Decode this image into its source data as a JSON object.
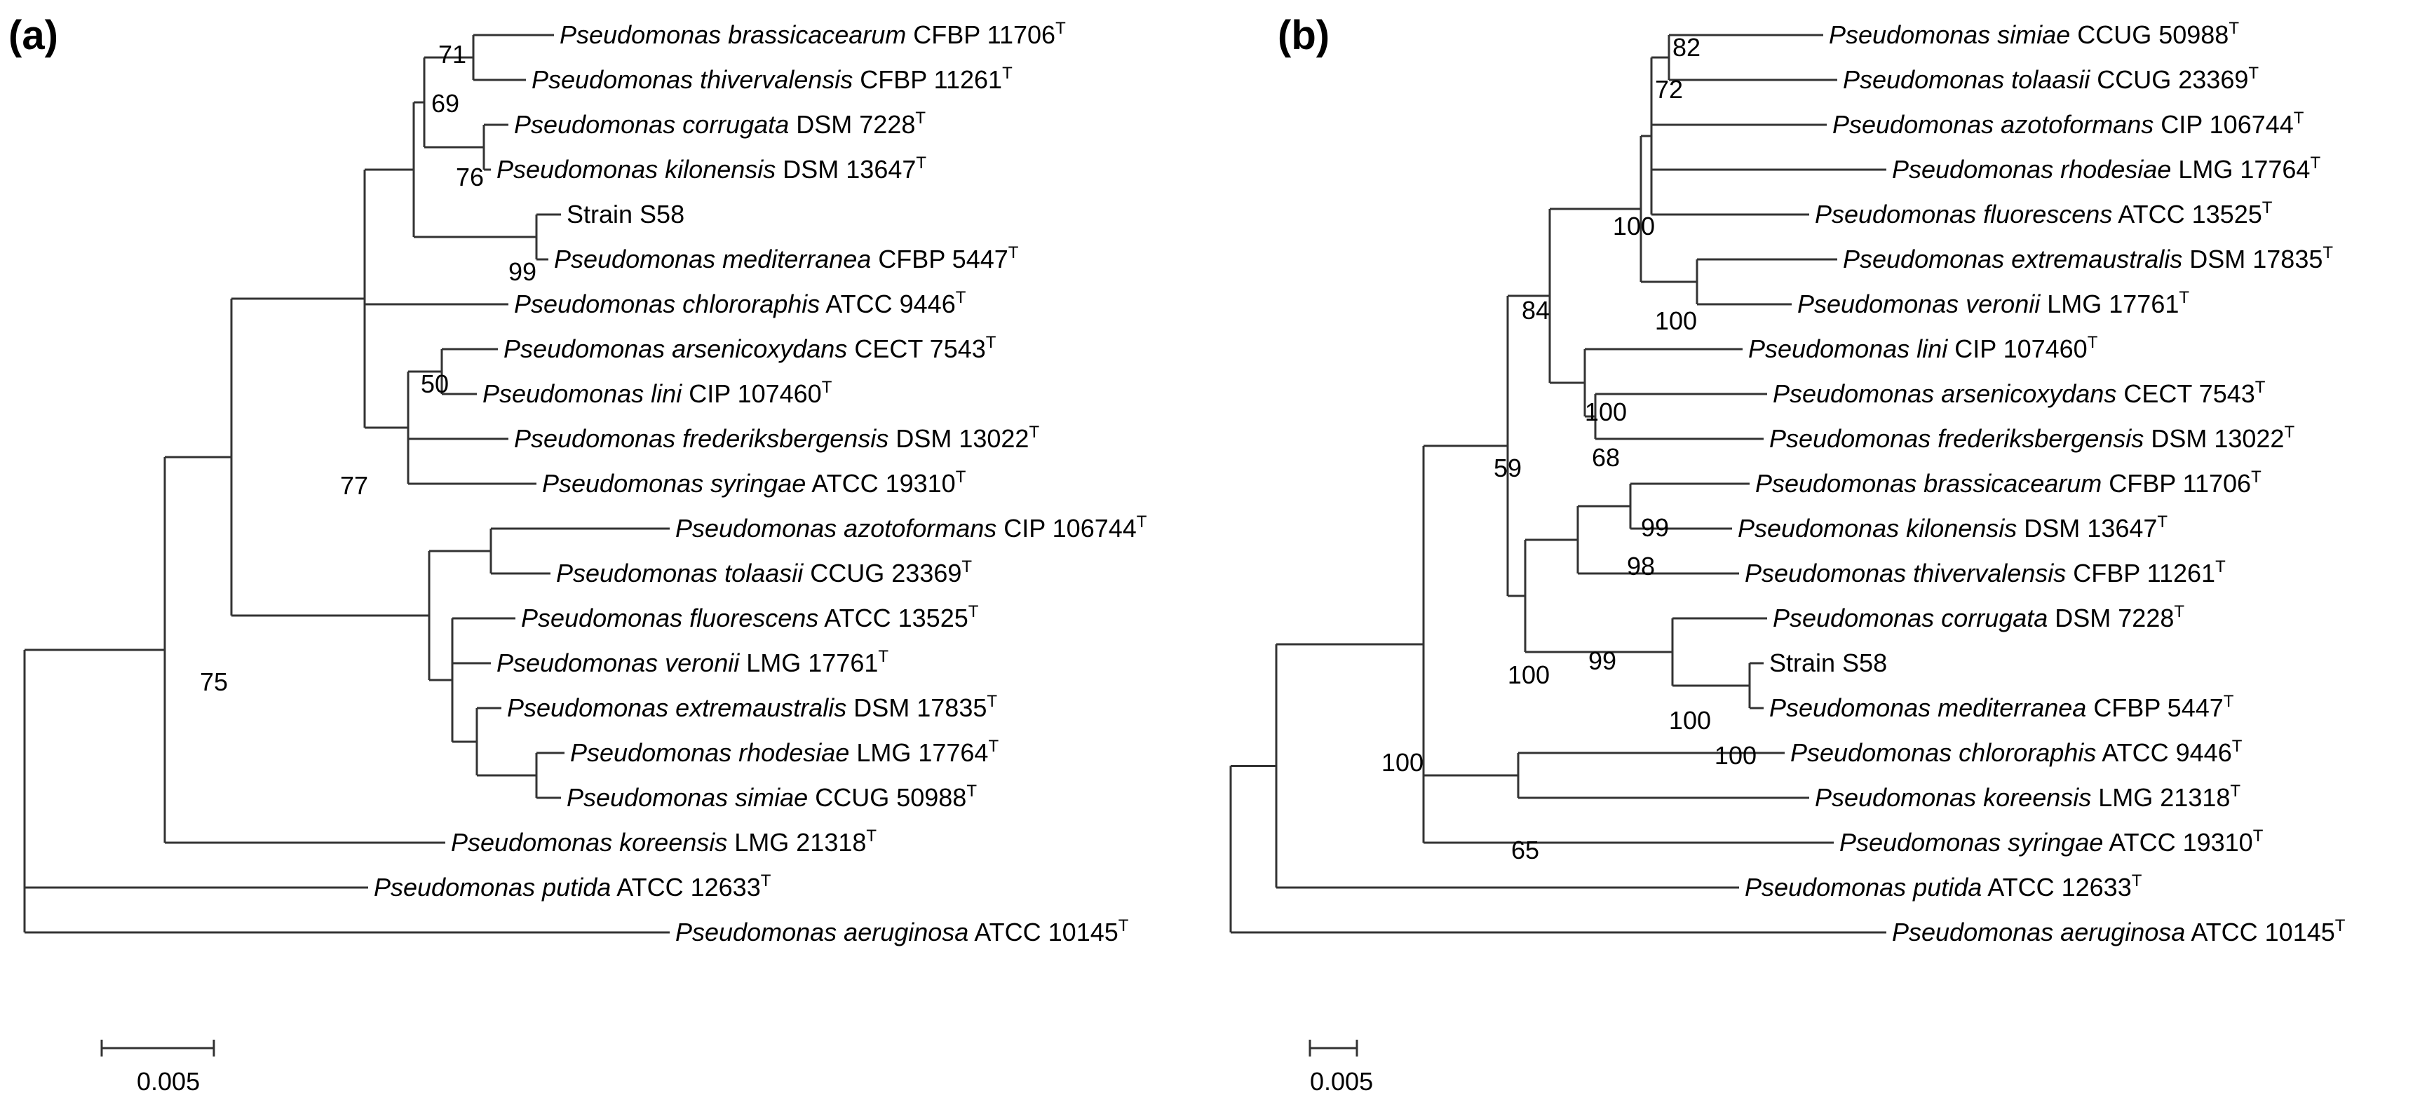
{
  "panels": [
    {
      "label": "(a)",
      "leaves": [
        {
          "genus": "Pseudomonas",
          "species": "brassicacearum",
          "strain": "CFBP 11706",
          "type": "T"
        },
        {
          "genus": "Pseudomonas",
          "species": "thivervalensis",
          "strain": "CFBP 11261",
          "type": "T"
        },
        {
          "genus": "Pseudomonas",
          "species": "corrugata",
          "strain": "DSM 7228",
          "type": "T"
        },
        {
          "genus": "Pseudomonas",
          "species": "kilonensis",
          "strain": "DSM 13647",
          "type": "T"
        },
        {
          "genus": "",
          "species": "",
          "strain": "Strain S58",
          "type": ""
        },
        {
          "genus": "Pseudomonas",
          "species": "mediterranea",
          "strain": "CFBP 5447",
          "type": "T"
        },
        {
          "genus": "Pseudomonas",
          "species": "chlororaphis",
          "strain": "ATCC 9446",
          "type": "T"
        },
        {
          "genus": "Pseudomonas",
          "species": "arsenicoxydans",
          "strain": "CECT 7543",
          "type": "T"
        },
        {
          "genus": "Pseudomonas",
          "species": "lini",
          "strain": "CIP 107460",
          "type": "T"
        },
        {
          "genus": "Pseudomonas",
          "species": "frederiksbergensis",
          "strain": "DSM 13022",
          "type": "T"
        },
        {
          "genus": "Pseudomonas",
          "species": "syringae",
          "strain": "ATCC 19310",
          "type": "T"
        },
        {
          "genus": "Pseudomonas",
          "species": "azotoformans",
          "strain": "CIP 106744",
          "type": "T"
        },
        {
          "genus": "Pseudomonas",
          "species": "tolaasii",
          "strain": "CCUG 23369",
          "type": "T"
        },
        {
          "genus": "Pseudomonas",
          "species": "fluorescens",
          "strain": "ATCC 13525",
          "type": "T"
        },
        {
          "genus": "Pseudomonas",
          "species": "veronii",
          "strain": "LMG 17761",
          "type": "T"
        },
        {
          "genus": "Pseudomonas",
          "species": "extremaustralis",
          "strain": "DSM 17835",
          "type": "T"
        },
        {
          "genus": "Pseudomonas",
          "species": "rhodesiae",
          "strain": "LMG 17764",
          "type": "T"
        },
        {
          "genus": "Pseudomonas",
          "species": "simiae",
          "strain": "CCUG 50988",
          "type": "T"
        },
        {
          "genus": "Pseudomonas",
          "species": "koreensis",
          "strain": "LMG 21318",
          "type": "T"
        },
        {
          "genus": "Pseudomonas",
          "species": "putida",
          "strain": "ATCC 12633",
          "type": "T"
        },
        {
          "genus": "Pseudomonas",
          "species": "aeruginosa",
          "strain": "ATCC 10145",
          "type": "T"
        }
      ],
      "bootstrap": [
        "71",
        "69",
        "76",
        "99",
        "50",
        "77",
        "75"
      ],
      "scale_label": "0.005"
    },
    {
      "label": "(b)",
      "leaves": [
        {
          "genus": "Pseudomonas",
          "species": "simiae",
          "strain": "CCUG 50988",
          "type": "T"
        },
        {
          "genus": "Pseudomonas",
          "species": "tolaasii",
          "strain": "CCUG 23369",
          "type": "T"
        },
        {
          "genus": "Pseudomonas",
          "species": "azotoformans",
          "strain": "CIP 106744",
          "type": "T"
        },
        {
          "genus": "Pseudomonas",
          "species": "rhodesiae",
          "strain": "LMG 17764",
          "type": "T"
        },
        {
          "genus": "Pseudomonas",
          "species": "fluorescens",
          "strain": "ATCC 13525",
          "type": "T"
        },
        {
          "genus": "Pseudomonas",
          "species": "extremaustralis",
          "strain": "DSM 17835",
          "type": "T"
        },
        {
          "genus": "Pseudomonas",
          "species": "veronii",
          "strain": "LMG 17761",
          "type": "T"
        },
        {
          "genus": "Pseudomonas",
          "species": "lini",
          "strain": "CIP 107460",
          "type": "T"
        },
        {
          "genus": "Pseudomonas",
          "species": "arsenicoxydans",
          "strain": "CECT 7543",
          "type": "T"
        },
        {
          "genus": "Pseudomonas",
          "species": "frederiksbergensis",
          "strain": "DSM 13022",
          "type": "T"
        },
        {
          "genus": "Pseudomonas",
          "species": "brassicacearum",
          "strain": "CFBP 11706",
          "type": "T"
        },
        {
          "genus": "Pseudomonas",
          "species": "kilonensis",
          "strain": "DSM 13647",
          "type": "T"
        },
        {
          "genus": "Pseudomonas",
          "species": "thivervalensis",
          "strain": "CFBP 11261",
          "type": "T"
        },
        {
          "genus": "Pseudomonas",
          "species": "corrugata",
          "strain": "DSM 7228",
          "type": "T"
        },
        {
          "genus": "",
          "species": "",
          "strain": "Strain S58",
          "type": ""
        },
        {
          "genus": "Pseudomonas",
          "species": "mediterranea",
          "strain": "CFBP 5447",
          "type": "T"
        },
        {
          "genus": "Pseudomonas",
          "species": "chlororaphis",
          "strain": "ATCC 9446",
          "type": "T"
        },
        {
          "genus": "Pseudomonas",
          "species": "koreensis",
          "strain": "LMG 21318",
          "type": "T"
        },
        {
          "genus": "Pseudomonas",
          "species": "syringae",
          "strain": "ATCC 19310",
          "type": "T"
        },
        {
          "genus": "Pseudomonas",
          "species": "putida",
          "strain": "ATCC 12633",
          "type": "T"
        },
        {
          "genus": "Pseudomonas",
          "species": "aeruginosa",
          "strain": "ATCC 10145",
          "type": "T"
        }
      ],
      "bootstrap": [
        "82",
        "72",
        "100",
        "100",
        "84",
        "100",
        "68",
        "59",
        "99",
        "98",
        "99",
        "100",
        "100",
        "100",
        "65",
        "100"
      ],
      "scale_label": "0.005"
    }
  ]
}
